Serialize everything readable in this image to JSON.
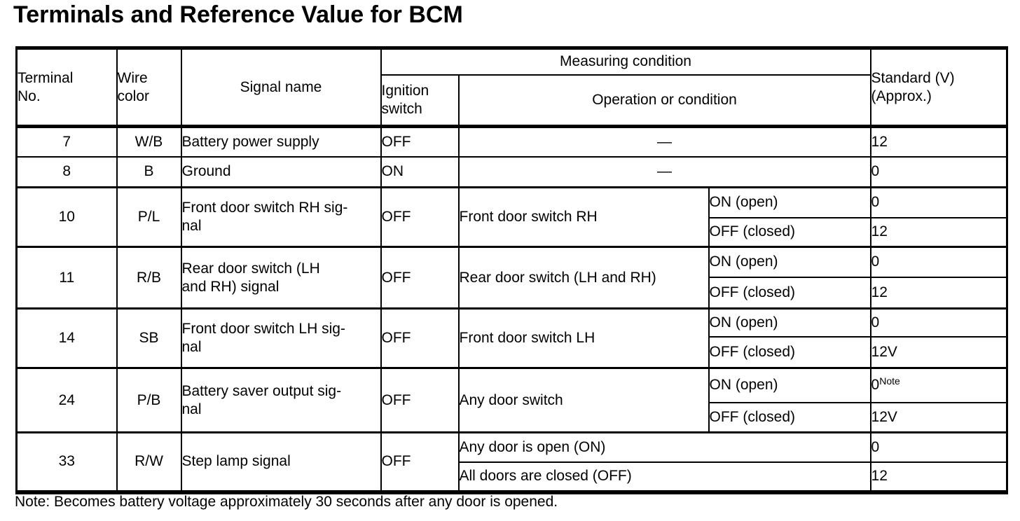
{
  "colors": {
    "text": "#000000",
    "background": "#ffffff",
    "border": "#000000"
  },
  "page": {
    "title": "Terminals and Reference Value for BCM",
    "note": "Note: Becomes battery voltage approximately 30 seconds after any door is opened."
  },
  "table": {
    "headers": {
      "terminal": "Terminal\nNo.",
      "wire": "Wire\ncolor",
      "signal": "Signal name",
      "measuring": "Measuring condition",
      "ignition": "Ignition\nswitch",
      "operation": "Operation or condition",
      "standard": "Standard (V)\n(Approx.)"
    },
    "rows": {
      "r7": {
        "terminal": "7",
        "wire": "W/B",
        "signal": "Battery power supply",
        "ignition": "OFF",
        "operation": "—",
        "standard": "12"
      },
      "r8": {
        "terminal": "8",
        "wire": "B",
        "signal": "Ground",
        "ignition": "ON",
        "operation": "—",
        "standard": "0"
      },
      "r10": {
        "terminal": "10",
        "wire": "P/L",
        "signal": "Front door switch RH sig-\nnal",
        "ignition": "OFF",
        "operation": "Front door switch RH",
        "sub1_condition": "ON (open)",
        "sub1_standard": "0",
        "sub2_condition": "OFF (closed)",
        "sub2_standard": "12"
      },
      "r11": {
        "terminal": "11",
        "wire": "R/B",
        "signal": "Rear door switch (LH\nand RH) signal",
        "ignition": "OFF",
        "operation": "Rear door switch (LH and RH)",
        "sub1_condition": "ON (open)",
        "sub1_standard": "0",
        "sub2_condition": "OFF (closed)",
        "sub2_standard": "12"
      },
      "r14": {
        "terminal": "14",
        "wire": "SB",
        "signal": "Front door switch LH sig-\nnal",
        "ignition": "OFF",
        "operation": "Front door switch LH",
        "sub1_condition": "ON (open)",
        "sub1_standard": "0",
        "sub2_condition": "OFF (closed)",
        "sub2_standard": "12V"
      },
      "r24": {
        "terminal": "24",
        "wire": "P/B",
        "signal": "Battery saver output sig-\nnal",
        "ignition": "OFF",
        "operation": "Any door switch",
        "sub1_condition": "ON (open)",
        "sub1_standard": "0",
        "sub1_standard_sup": "Note",
        "sub2_condition": "OFF (closed)",
        "sub2_standard": "12V"
      },
      "r33": {
        "terminal": "33",
        "wire": "R/W",
        "signal": "Step lamp signal",
        "ignition": "OFF",
        "sub1_operation": "Any door is open (ON)",
        "sub1_standard": "0",
        "sub2_operation": "All doors are closed (OFF)",
        "sub2_standard": "12"
      }
    }
  }
}
